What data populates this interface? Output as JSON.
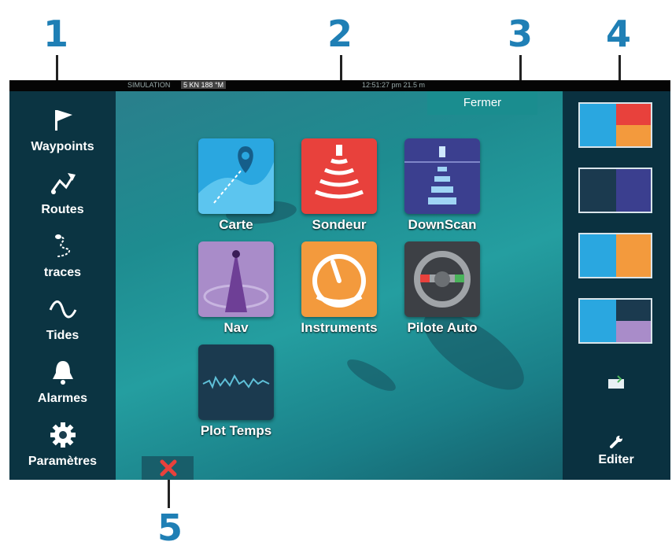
{
  "callouts": {
    "c1": "1",
    "c2": "2",
    "c3": "3",
    "c4": "4",
    "c5": "5"
  },
  "status": {
    "sim": "SIMULATION",
    "speed": "5 KN 188 °M",
    "time": "12:51:27 pm 21.5 m"
  },
  "close_button": "Fermer",
  "sidebar": {
    "items": [
      {
        "label": "Waypoints",
        "icon": "flag-icon"
      },
      {
        "label": "Routes",
        "icon": "route-icon"
      },
      {
        "label": "traces",
        "icon": "track-icon"
      },
      {
        "label": "Tides",
        "icon": "tide-wave-icon"
      },
      {
        "label": "Alarmes",
        "icon": "bell-icon"
      },
      {
        "label": "Paramètres",
        "icon": "gear-icon"
      }
    ]
  },
  "apps": [
    {
      "label": "Carte",
      "color": "#2aa7e0",
      "icon": "chart-map-icon"
    },
    {
      "label": "Sondeur",
      "color": "#e8413c",
      "icon": "sonar-icon"
    },
    {
      "label": "DownScan",
      "color": "#3b3f8f",
      "icon": "downscan-icon"
    },
    {
      "label": "Nav",
      "color": "#a98cc9",
      "icon": "nav-icon"
    },
    {
      "label": "Instruments",
      "color": "#f39a3d",
      "icon": "gauge-icon"
    },
    {
      "label": "Pilote Auto",
      "color": "#3d4045",
      "icon": "steering-wheel-icon"
    },
    {
      "label": "Plot Temps",
      "color": "#1b3a4f",
      "icon": "time-plot-icon"
    }
  ],
  "right_panel": {
    "edit_label": "Editer",
    "edit_icon": "wrench-icon",
    "favorite_icon": "add-favorite-icon"
  }
}
